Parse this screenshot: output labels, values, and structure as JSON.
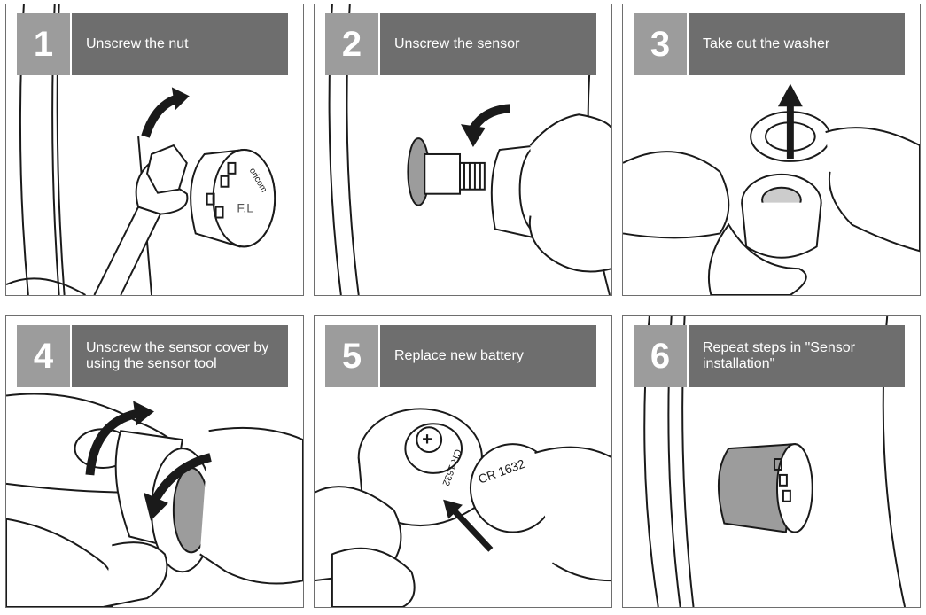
{
  "steps": [
    {
      "number": "1",
      "title": "Unscrew the nut"
    },
    {
      "number": "2",
      "title": "Unscrew the sensor"
    },
    {
      "number": "3",
      "title": "Take out  the washer"
    },
    {
      "number": "4",
      "title": "Unscrew the sensor cover by using the sensor tool"
    },
    {
      "number": "5",
      "title": "Replace new battery"
    },
    {
      "number": "6",
      "title": "Repeat steps in \"Sensor installation\""
    }
  ],
  "labels": {
    "brand": "oricom",
    "sensor_mark": "F.L",
    "battery_model": "CR 1632",
    "battery_plus": "+"
  },
  "colors": {
    "banner_dark": "#6e6e6e",
    "banner_light": "#9c9c9c",
    "line": "#1a1a1a"
  },
  "icons": [
    "curved-arrow-icon",
    "straight-arrow-icon"
  ]
}
